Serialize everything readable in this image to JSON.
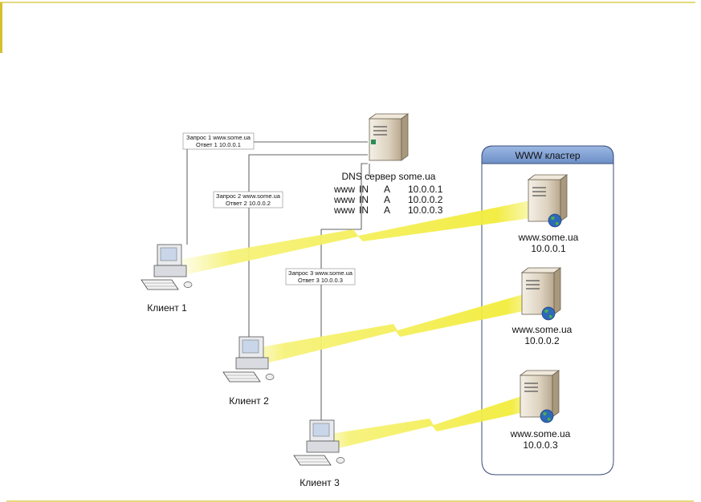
{
  "dns_server": {
    "title": "DNS сервер some.ua",
    "records": [
      {
        "name": "www",
        "class": "IN",
        "type": "A",
        "address": "10.0.0.1"
      },
      {
        "name": "www",
        "class": "IN",
        "type": "A",
        "address": "10.0.0.2"
      },
      {
        "name": "www",
        "class": "IN",
        "type": "A",
        "address": "10.0.0.3"
      }
    ]
  },
  "cluster": {
    "title": "WWW кластер",
    "servers": [
      {
        "host": "www.some.ua",
        "ip": "10.0.0.1"
      },
      {
        "host": "www.some.ua",
        "ip": "10.0.0.2"
      },
      {
        "host": "www.some.ua",
        "ip": "10.0.0.3"
      }
    ]
  },
  "clients": [
    {
      "label": "Клиент 1",
      "request": "Запрос 1 www.some.ua",
      "response": "Ответ 1 10.0.0.1"
    },
    {
      "label": "Клиент 2",
      "request": "Запрос 2 www.some.ua",
      "response": "Ответ 2 10.0.0.2"
    },
    {
      "label": "Клиент 3",
      "request": "Запрос 3 www.some.ua",
      "response": "Ответ 3 10.0.0.3"
    }
  ],
  "colors": {
    "accent": "#d4c030",
    "cluster_header": "#7fa0d0",
    "beam": "#f4f04a"
  }
}
